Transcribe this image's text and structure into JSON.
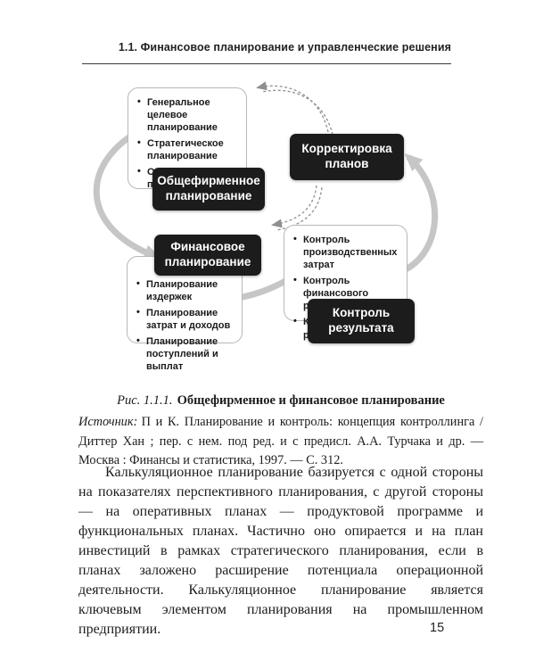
{
  "header": {
    "title": "1.1. Финансовое планирование и управленческие решения"
  },
  "diagram": {
    "planning_items": [
      "Генеральное целевое планирование",
      "Стратегическое планирование",
      "Оперативное планирование"
    ],
    "financial_items": [
      "Планирование издержек",
      "Планирование затрат и доходов",
      "Планирование поступлений и выплат"
    ],
    "control_items": [
      "Контроль производственных затрат",
      "Контроль финансового результата",
      "Контроль кассовых разрывов"
    ],
    "nodes": {
      "general": "Общефирменное планирование",
      "correction": "Корректировка планов",
      "financial": "Финансовое планирование",
      "control": "Контроль результата"
    },
    "colors": {
      "node_bg": "#1c1c1c",
      "node_text": "#ffffff",
      "arrow_solid": "#c6c6c6",
      "arrow_dashed": "#8f8f8f",
      "box_border": "#b8b8b8"
    }
  },
  "caption": {
    "label": "Рис. 1.1.1.",
    "title": "Общефирменное и финансовое планирование"
  },
  "source": {
    "label": "Источник:",
    "text": "П и К. Планирование и контроль: концепция контроллинга / Диттер Хан ; пер. с нем. под ред. и с предисл. А.А. Турчака и др. — Москва : Финансы и статистика, 1997. — С. 312."
  },
  "body": {
    "paragraph": "Калькуляционное планирование базируется с одной стороны на показателях перспективного планирования, с другой стороны — на оперативных планах — продуктовой программе и функциональных планах. Частично оно опирается и на план инвестиций в рамках стратегического планирования, если в планах заложено расширение потенциала операционной деятельности. Калькуляционное планирование является ключевым элементом планирования на промышленном предприятии."
  },
  "footer": {
    "page_number": "15"
  }
}
